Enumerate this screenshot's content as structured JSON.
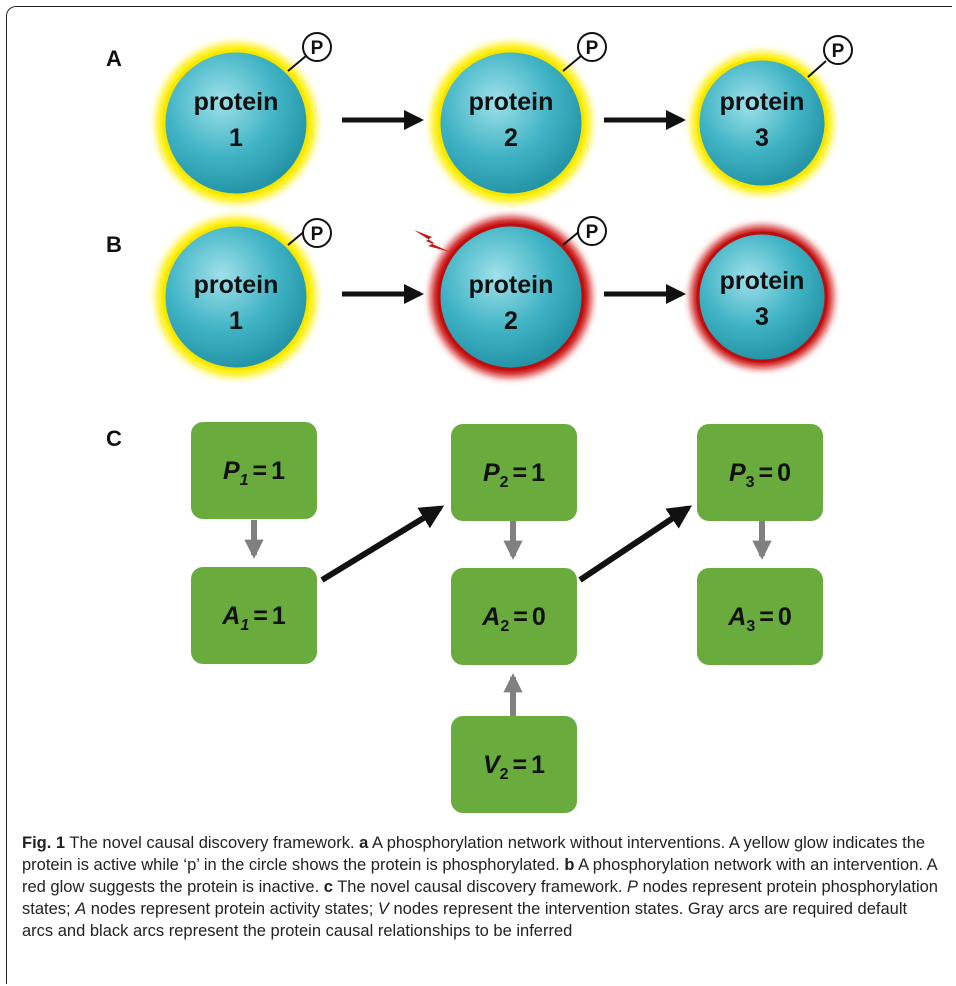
{
  "panels": {
    "a": {
      "label": "A",
      "proteins": [
        {
          "line1": "protein",
          "line2": "1",
          "marker": "P",
          "state": "active"
        },
        {
          "line1": "protein",
          "line2": "2",
          "marker": "P",
          "state": "active"
        },
        {
          "line1": "protein",
          "line2": "3",
          "marker": "P",
          "state": "active"
        }
      ]
    },
    "b": {
      "label": "B",
      "proteins": [
        {
          "line1": "protein",
          "line2": "1",
          "marker": "P",
          "state": "active"
        },
        {
          "line1": "protein",
          "line2": "2",
          "marker": "P",
          "state": "inactive",
          "intervention": true
        },
        {
          "line1": "protein",
          "line2": "3",
          "marker": "",
          "state": "inactive"
        }
      ]
    },
    "c": {
      "label": "C",
      "nodes": {
        "p1": {
          "var": "P",
          "sub": "1",
          "eq": "=",
          "val": "1"
        },
        "p2": {
          "var": "P",
          "sub": "2",
          "eq": "=",
          "val": "1"
        },
        "p3": {
          "var": "P",
          "sub": "3",
          "eq": "=",
          "val": "0"
        },
        "a1": {
          "var": "A",
          "sub": "1",
          "eq": "=",
          "val": "1"
        },
        "a2": {
          "var": "A",
          "sub": "2",
          "eq": "=",
          "val": "0"
        },
        "a3": {
          "var": "A",
          "sub": "3",
          "eq": "=",
          "val": "0"
        },
        "v2": {
          "var": "V",
          "sub": "2",
          "eq": "=",
          "val": "1"
        }
      }
    }
  },
  "colors": {
    "protein_fill": "#3fb3c4",
    "active_glow": "#ffee00",
    "inactive_glow": "#cc1111",
    "node_fill": "#6aab3e",
    "default_arc": "#808080",
    "causal_arc": "#111111",
    "intervention_bolt": "#c41a1a"
  },
  "caption": {
    "fig": "Fig. 1",
    "title": " The novel causal discovery framework. ",
    "a_label": "a",
    "a_text": " A phosphorylation network without interventions. A yellow glow indicates the protein is active while ‘p’ in the circle shows the protein is phosphorylated. ",
    "b_label": "b",
    "b_text": " A phosphorylation network with an intervention. A red glow suggests the protein is inactive. ",
    "c_label": "c",
    "c_text": " The novel causal discovery framework. ",
    "p_var": "P",
    "p_text": " nodes represent protein phosphorylation states; ",
    "a_var": "A",
    "a_text2": " nodes represent protein activity states; ",
    "v_var": "V",
    "v_text": " nodes represent the intervention states. Gray arcs are required default arcs and black arcs represent the protein causal relationships to be inferred"
  }
}
